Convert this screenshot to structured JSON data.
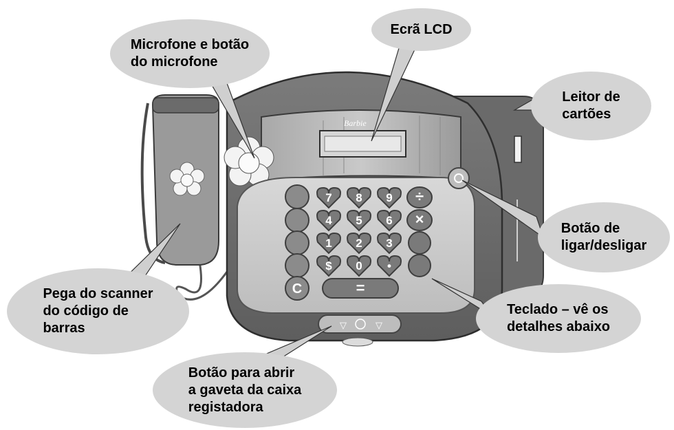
{
  "labels": {
    "microphone": "Microfone e botão\ndo microfone",
    "lcd": "Ecrã LCD",
    "card_reader": "Leitor de\ncartões",
    "power_button": "Botão de\nligar/desligar",
    "keypad": "Teclado – vê os\ndetalhes abaixo",
    "scanner": "Pega do scanner\ndo código de\nbarras",
    "drawer_button": "Botão para abrir\na gaveta da caixa\nregistadora"
  },
  "device": {
    "screen_brand": "Barbie",
    "keys": {
      "row1": [
        "7",
        "8",
        "9",
        "÷"
      ],
      "row2": [
        "4",
        "5",
        "6",
        "×"
      ],
      "row3": [
        "1",
        "2",
        "3"
      ],
      "row4": [
        "$",
        "0",
        "•"
      ],
      "bottom": [
        "C",
        "="
      ]
    }
  },
  "icons": {
    "flower_mic": "flower-icon",
    "power": "power-icon",
    "drawer": "drawer-arrows-icon"
  },
  "colors": {
    "callout_fill": "#d4d4d4",
    "body_dark": "#6e6e6e",
    "body_mid": "#8a8a8a",
    "key_fill": "#7a7a7a"
  }
}
